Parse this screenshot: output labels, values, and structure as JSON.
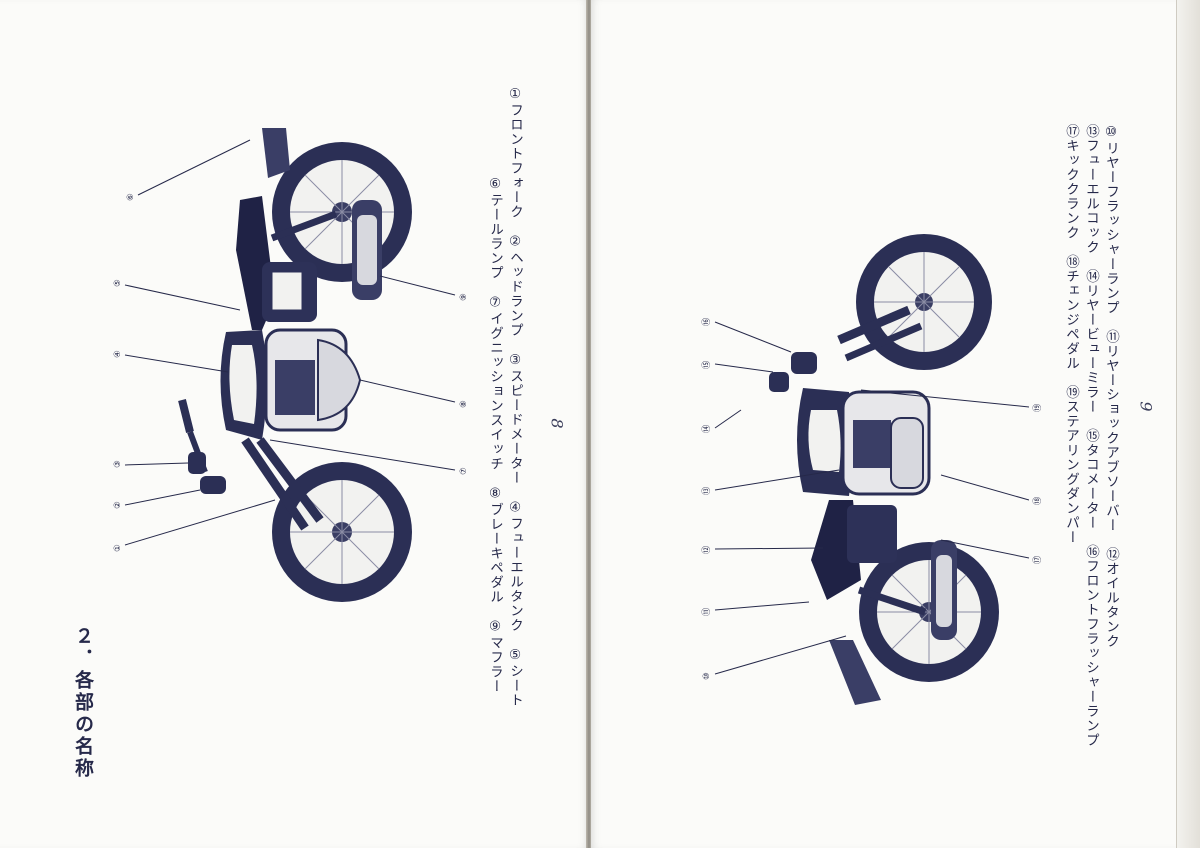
{
  "left_page": {
    "heading": "２．各部の名称",
    "page_number": "8",
    "captions": [
      "①フロントフォーク　②ヘッドランプ　③スピードメーター　④フューエルタンク　⑤シート",
      "⑥テールランプ　⑦イグニッションスイッチ　⑧ブレーキペダル　⑨マフラー"
    ],
    "markers": [
      "①",
      "②",
      "③",
      "④",
      "⑤",
      "⑥",
      "⑦",
      "⑧",
      "⑨"
    ]
  },
  "right_page": {
    "page_number": "9",
    "captions": [
      "⑩リヤーフラッシャーランプ　⑪リヤーショックアブソーバー　⑫オイルタンク",
      "⑬フューエルコック　⑭リヤービューミラー　⑮タコメーター　⑯フロントフラッシャーランプ",
      "⑰キッククランク　⑱チェンジペダル　⑲ステアリングダンパー"
    ],
    "markers": [
      "⑩",
      "⑪",
      "⑫",
      "⑬",
      "⑭",
      "⑮",
      "⑯",
      "⑰",
      "⑱",
      "⑲"
    ]
  }
}
